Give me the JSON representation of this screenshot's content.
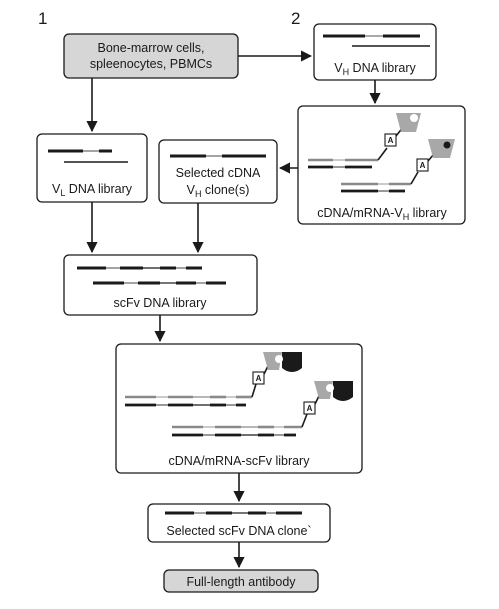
{
  "step_labels": {
    "step1": "1",
    "step2": "2"
  },
  "nodes": {
    "source_cells": {
      "line1": "Bone-marrow cells,",
      "line2": "spleenocytes, PBMCs"
    },
    "vh_dna_library": {
      "prefix": "V",
      "sub": "H",
      "suffix": " DNA library"
    },
    "cdna_mrna_vh_library": {
      "prefix": "cDNA/mRNA-V",
      "sub": "H",
      "suffix": " library"
    },
    "selected_cdna_vh": {
      "line1": "Selected cDNA",
      "prefix": "V",
      "sub": "H",
      "suffix": " clone(s)"
    },
    "vl_dna_library": {
      "prefix": "V",
      "sub": "L",
      "suffix": "  DNA library"
    },
    "scfv_dna_library": {
      "label": "scFv DNA library"
    },
    "cdna_mrna_scfv_library": {
      "label": "cDNA/mRNA-scFv library"
    },
    "selected_scfv_clone": {
      "label": "Selected scFv DNA clone`"
    },
    "full_length_antibody": {
      "label": "Full-length antibody"
    }
  },
  "puromycin_tag": "A",
  "colors": {
    "box_fill_highlight": "#d6d6d6",
    "strand_dark": "#1a1a1a",
    "strand_gray": "#8a8a8a",
    "protein_gray": "#a8a8a8",
    "protein_black": "#1a1a1a"
  }
}
